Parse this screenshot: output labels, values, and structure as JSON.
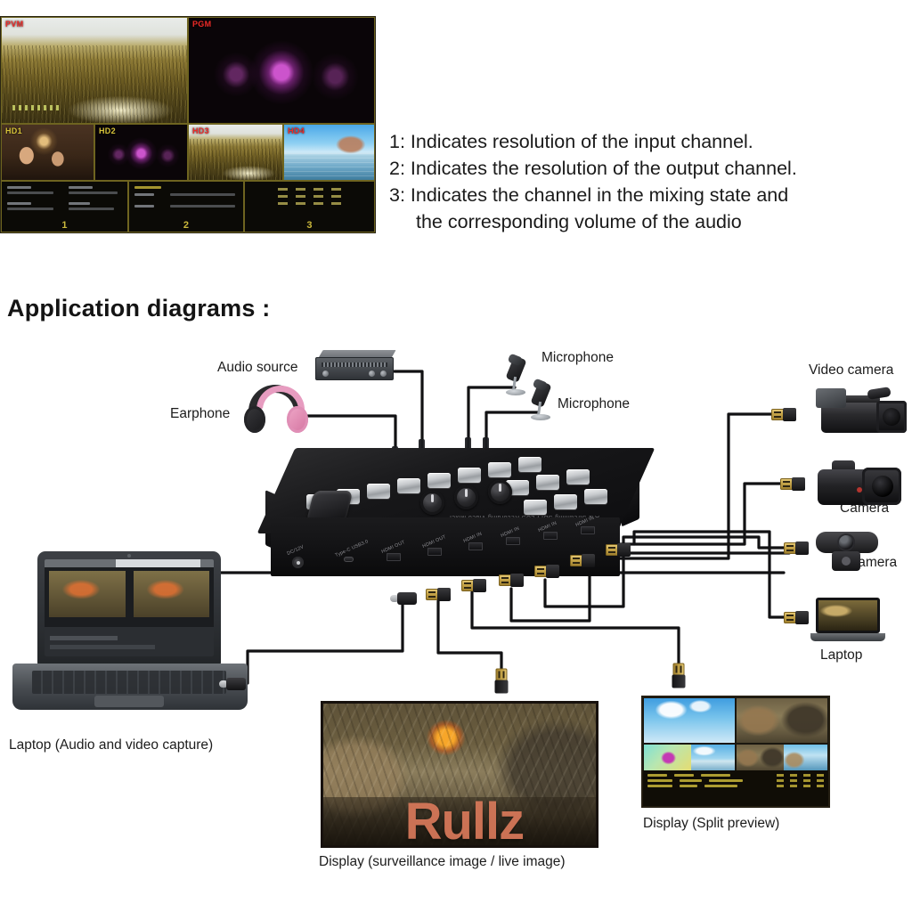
{
  "multiview": {
    "tiles": [
      {
        "tag": "PVM",
        "tag_color": "red"
      },
      {
        "tag": "PGM",
        "tag_color": "red"
      },
      {
        "tag": "HD1",
        "tag_color": "yellow"
      },
      {
        "tag": "HD2",
        "tag_color": "yellow"
      },
      {
        "tag": "HD3",
        "tag_color": "red"
      },
      {
        "tag": "HD4",
        "tag_color": "red"
      }
    ],
    "info_panels": [
      {
        "number": "1"
      },
      {
        "number": "2"
      },
      {
        "number": "3"
      }
    ]
  },
  "legend": {
    "lines": [
      "1: Indicates resolution of the input channel.",
      "2: Indicates the resolution of the output channel.",
      "3: Indicates the channel in the mixing state and",
      "the corresponding volume of the audio"
    ]
  },
  "section": {
    "heading": "Application diagrams :"
  },
  "diagram": {
    "labels": {
      "audio_source": "Audio source",
      "earphone": "Earphone",
      "microphone_1": "Microphone",
      "microphone_2": "Microphone",
      "video_camera": "Video camera",
      "camera_dslr": "Camera",
      "camera_webcam": "Camera",
      "laptop_right": "Laptop",
      "laptop_left": "Laptop (Audio and video capture)",
      "display_live": "Display (surveillance image / live image)",
      "display_split": "Display (Split preview)"
    },
    "device_ports": [
      "DC/12V",
      "Type-C USB3.0",
      "HDMI OUT",
      "HDMI OUT",
      "HDMI IN",
      "HDMI IN",
      "HDMI IN",
      "HDMI IN"
    ],
    "watermark": "Rullz"
  },
  "colors": {
    "tag_red": "#ef2b28",
    "tag_yellow": "#d8c43a",
    "panel_border": "#6e6420",
    "watermark": "#d9795a",
    "text": "#1c1c1c"
  }
}
